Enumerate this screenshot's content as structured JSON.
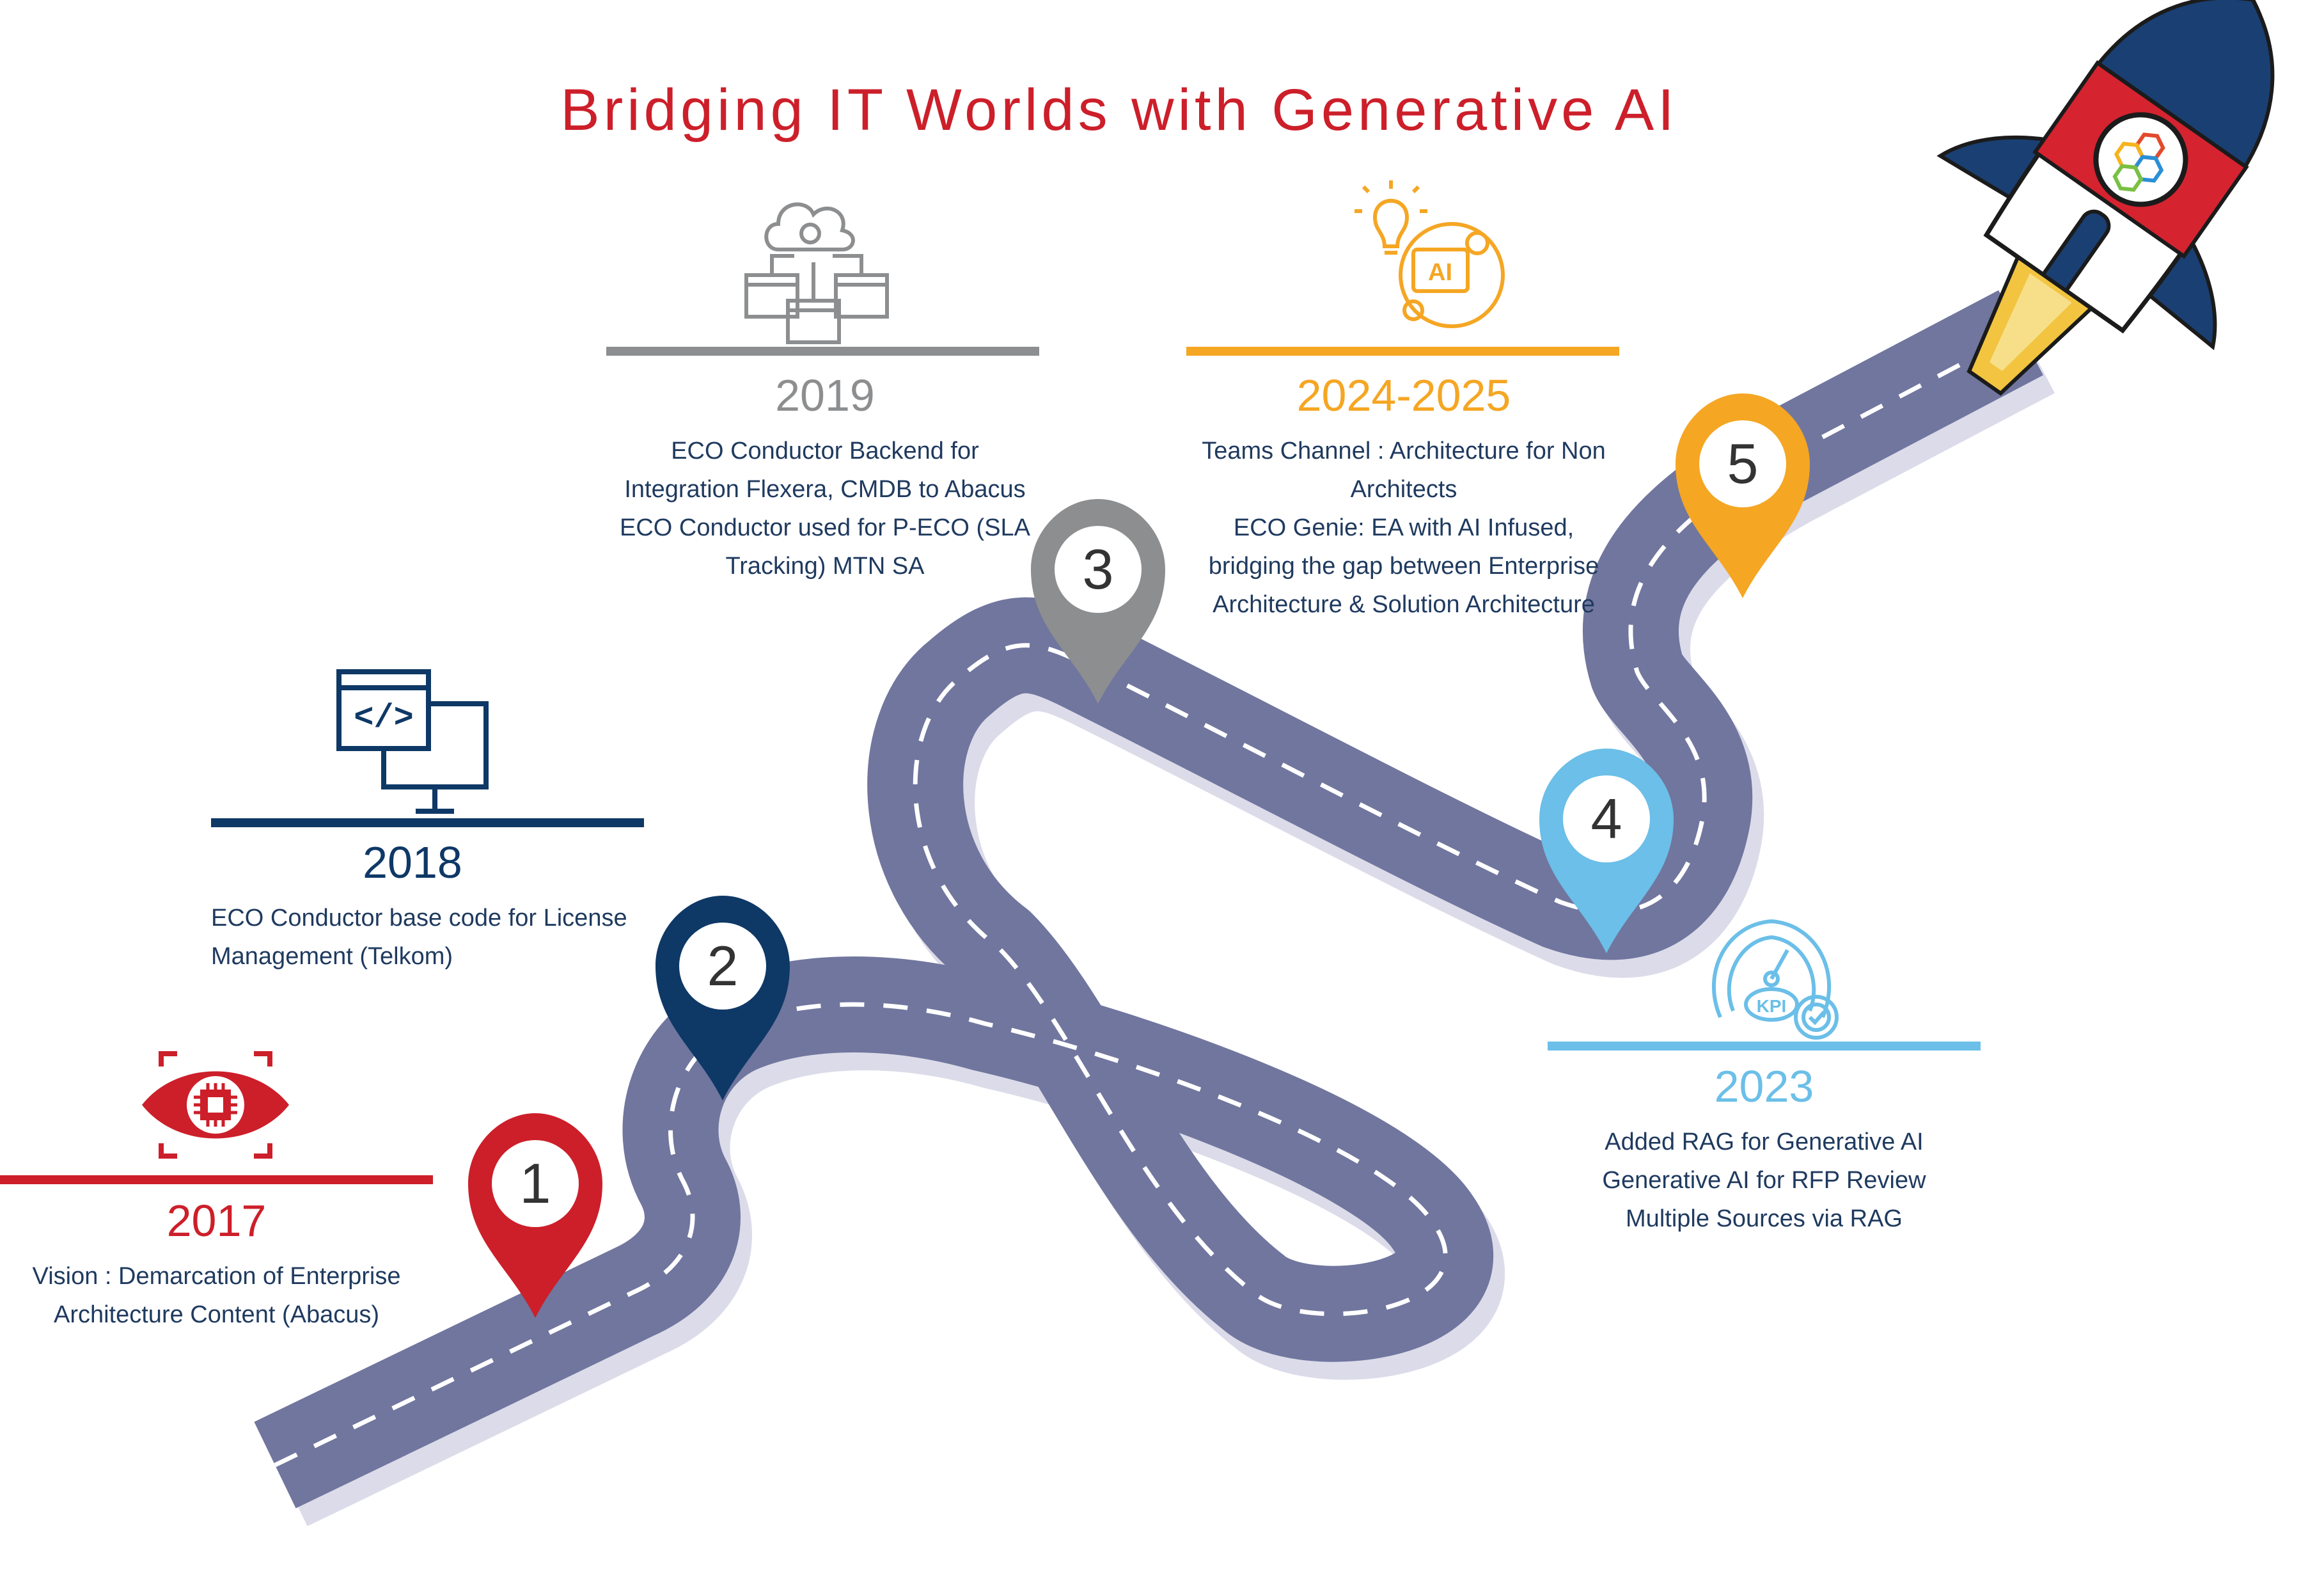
{
  "title": "Bridging IT Worlds with Generative AI",
  "colors": {
    "red": "#cc1f2a",
    "navy": "#0e3866",
    "gray": "#8c8e90",
    "sky": "#6bbfe8",
    "orange": "#f5a623",
    "road": "#70769e",
    "road_shadow": "#dcdbe9"
  },
  "milestones": [
    {
      "number": "1",
      "year": "2017",
      "icon": "eye-chip-icon",
      "lines": [
        "Vision : Demarcation of Enterprise",
        "Architecture Content (Abacus)"
      ]
    },
    {
      "number": "2",
      "year": "2018",
      "icon": "code-monitor-icon",
      "lines": [
        "ECO Conductor base code for License",
        "Management (Telkom)"
      ]
    },
    {
      "number": "3",
      "year": "2019",
      "icon": "cloud-integration-icon",
      "lines": [
        "ECO Conductor Backend for",
        "Integration Flexera, CMDB to Abacus",
        "ECO Conductor used for P-ECO (SLA",
        "Tracking) MTN SA"
      ]
    },
    {
      "number": "4",
      "year": "2023",
      "icon": "kpi-gauge-icon",
      "lines": [
        "Added RAG for Generative AI",
        "Generative AI for RFP Review",
        "Multiple Sources via RAG"
      ]
    },
    {
      "number": "5",
      "year": "2024-2025",
      "icon": "ai-lightbulb-icon",
      "lines": [
        "Teams Channel : Architecture for Non",
        "Architects",
        "ECO Genie: EA with AI Infused,",
        "bridging the gap between Enterprise",
        "Architecture & Solution Architecture"
      ]
    }
  ],
  "icons": {
    "rocket": "rocket-icon",
    "logo": "hexagon-logo-icon"
  }
}
